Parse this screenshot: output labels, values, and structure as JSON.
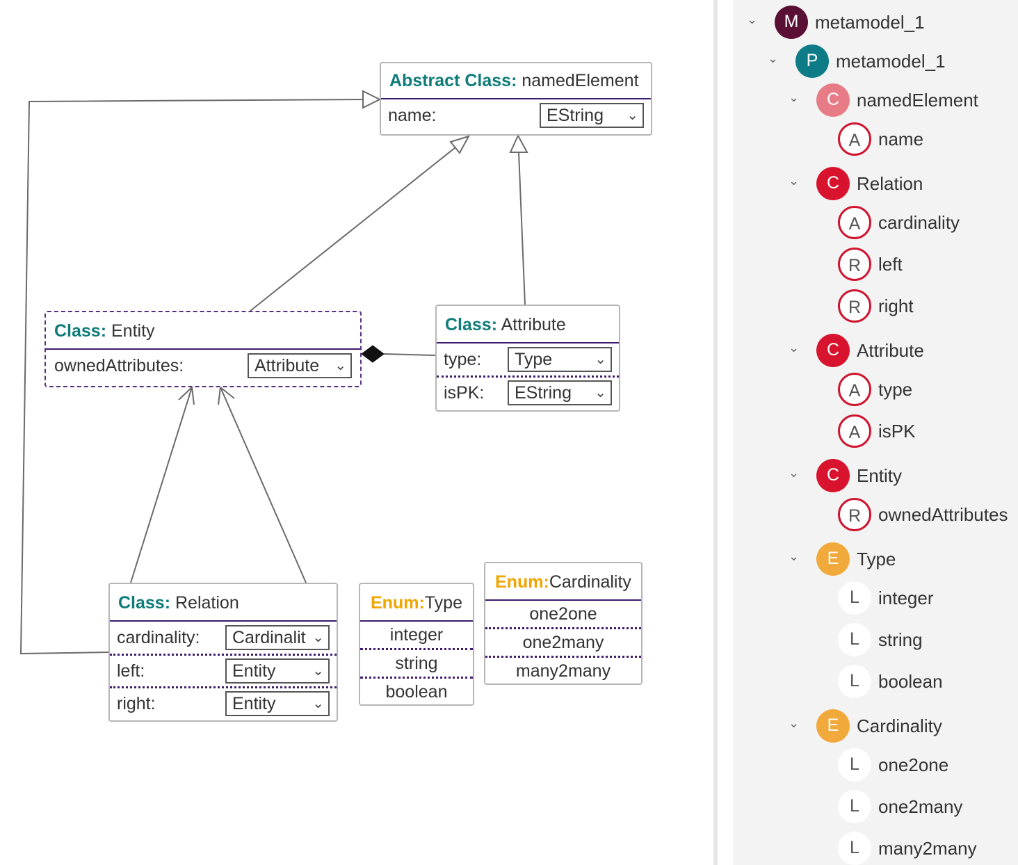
{
  "diagram": {
    "named_element": {
      "keyword": "Abstract Class:",
      "name": "namedElement",
      "attributes": [
        {
          "label": "name:",
          "type": "EString"
        }
      ]
    },
    "entity": {
      "keyword": "Class:",
      "name": "Entity",
      "attributes": [
        {
          "label": "ownedAttributes:",
          "type": "Attribute"
        }
      ]
    },
    "attribute": {
      "keyword": "Class:",
      "name": "Attribute",
      "attributes": [
        {
          "label": "type:",
          "type": "Type"
        },
        {
          "label": "isPK:",
          "type": "EString"
        }
      ]
    },
    "relation": {
      "keyword": "Class:",
      "name": "Relation",
      "attributes": [
        {
          "label": "cardinality:",
          "type": "Cardinalit"
        },
        {
          "label": "left:",
          "type": "Entity"
        },
        {
          "label": "right:",
          "type": "Entity"
        }
      ]
    },
    "enum_type": {
      "keyword": "Enum:",
      "name": "Type",
      "literals": [
        "integer",
        "string",
        "boolean"
      ]
    },
    "enum_cardinality": {
      "keyword": "Enum:",
      "name": "Cardinality",
      "literals": [
        "one2one",
        "one2many",
        "many2many"
      ]
    },
    "dropdown_icon": "chevron-down-icon"
  },
  "tree": {
    "items": [
      {
        "badge": "M",
        "label": "metamodel_1",
        "kind": "model",
        "expanded": true
      },
      {
        "badge": "P",
        "label": "metamodel_1",
        "kind": "package",
        "expanded": true
      },
      {
        "badge": "C",
        "label": "namedElement",
        "kind": "abstract-class",
        "expanded": true
      },
      {
        "badge": "A",
        "label": "name",
        "kind": "attribute"
      },
      {
        "badge": "C",
        "label": "Relation",
        "kind": "class",
        "expanded": true
      },
      {
        "badge": "A",
        "label": "cardinality",
        "kind": "attribute"
      },
      {
        "badge": "R",
        "label": "left",
        "kind": "reference"
      },
      {
        "badge": "R",
        "label": "right",
        "kind": "reference"
      },
      {
        "badge": "C",
        "label": "Attribute",
        "kind": "class",
        "expanded": true
      },
      {
        "badge": "A",
        "label": "type",
        "kind": "attribute"
      },
      {
        "badge": "A",
        "label": "isPK",
        "kind": "attribute"
      },
      {
        "badge": "C",
        "label": "Entity",
        "kind": "class",
        "expanded": true
      },
      {
        "badge": "R",
        "label": "ownedAttributes",
        "kind": "reference"
      },
      {
        "badge": "E",
        "label": "Type",
        "kind": "enum",
        "expanded": true
      },
      {
        "badge": "L",
        "label": "integer",
        "kind": "literal"
      },
      {
        "badge": "L",
        "label": "string",
        "kind": "literal"
      },
      {
        "badge": "L",
        "label": "boolean",
        "kind": "literal"
      },
      {
        "badge": "E",
        "label": "Cardinality",
        "kind": "enum",
        "expanded": true
      },
      {
        "badge": "L",
        "label": "one2one",
        "kind": "literal"
      },
      {
        "badge": "L",
        "label": "one2many",
        "kind": "literal"
      },
      {
        "badge": "L",
        "label": "many2many",
        "kind": "literal"
      }
    ],
    "expand_icon": "chevron-down-icon",
    "colors": {
      "model": "#5a1035",
      "package": "#0e7c86",
      "abstract_class": "#e77c86",
      "class": "#d8132d",
      "feature_ring": "#cf1530",
      "enum": "#f2a93b"
    }
  }
}
